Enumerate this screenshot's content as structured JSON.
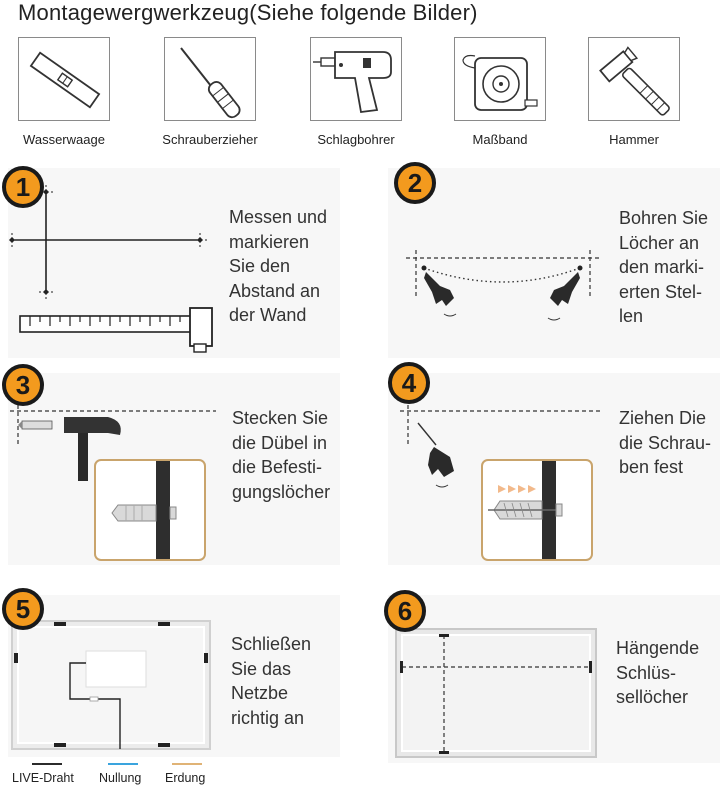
{
  "title": "Montagewergwerkzeug(Siehe  folgende Bilder)",
  "tools": [
    {
      "label": "Wasserwaage",
      "icon": "spirit-level-icon"
    },
    {
      "label": "Schrauberzieher",
      "icon": "screwdriver-icon"
    },
    {
      "label": "Schlagbohrer",
      "icon": "impact-drill-icon"
    },
    {
      "label": "Maßband",
      "icon": "tape-measure-icon"
    },
    {
      "label": "Hammer",
      "icon": "hammer-icon"
    }
  ],
  "steps": [
    {
      "number": "1",
      "lines": [
        "Messen und",
        "markieren",
        "Sie den",
        "Abstand an",
        "der Wand"
      ]
    },
    {
      "number": "2",
      "lines": [
        "Bohren Sie",
        "Löcher an",
        "den marki-",
        "erten Stel-",
        "len"
      ]
    },
    {
      "number": "3",
      "lines": [
        "Stecken Sie",
        "die Dübel in",
        "die Befesti-",
        "gungslöcher"
      ]
    },
    {
      "number": "4",
      "lines": [
        "Ziehen Die",
        "die Schrau-",
        "ben fest"
      ]
    },
    {
      "number": "5",
      "lines": [
        "Schließen",
        "Sie das",
        "Netzbe",
        "richtig an"
      ]
    },
    {
      "number": "6",
      "lines": [
        "Hängende",
        "Schlüs-",
        "sellöcher"
      ]
    }
  ],
  "legend": [
    {
      "label": "LIVE-Draht",
      "color": "#2b2b2b"
    },
    {
      "label": "Nullung",
      "color": "#3aa4de"
    },
    {
      "label": "Erdung",
      "color": "#e0b376"
    }
  ],
  "colors": {
    "badge_fill": "#f39a1e",
    "badge_outline": "#1a1a1a",
    "accent_frame": "#c9a46c"
  }
}
